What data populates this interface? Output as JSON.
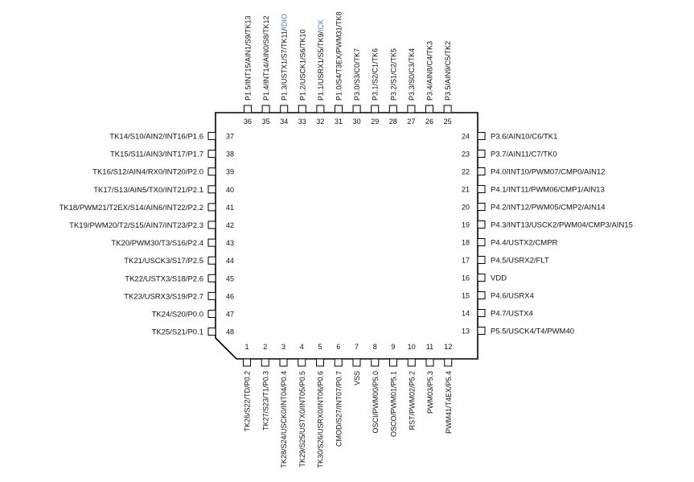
{
  "diagram": {
    "accent_text_color": "#4a7fc1",
    "bottom_pins": [
      {
        "num": "1",
        "label": "TK26/S22/TD/P0.2"
      },
      {
        "num": "2",
        "label": "TK27/S23/T1/P0.3"
      },
      {
        "num": "3",
        "label": "TK28/S24/USCK0/INT04/P0.4"
      },
      {
        "num": "4",
        "label": "TK29/S25/USTX0/INT05/P0.5"
      },
      {
        "num": "5",
        "label": "TK30/S26/USRX0/INT06/P0.6"
      },
      {
        "num": "6",
        "label": "CMOD/S27/INT07/P0.7"
      },
      {
        "num": "7",
        "label": "VSS"
      },
      {
        "num": "8",
        "label": "OSCI/PWM00/P5.0"
      },
      {
        "num": "9",
        "label": "OSCO/PWM01/P5.1"
      },
      {
        "num": "10",
        "label": "RST/PWM02/P5.2"
      },
      {
        "num": "11",
        "label": "PWM03/P5.3"
      },
      {
        "num": "12",
        "label": "PWM41/T4EX/P5.4"
      }
    ],
    "right_pins": [
      {
        "num": "13",
        "label": "P5.5/USCK4/T4/PWM40"
      },
      {
        "num": "14",
        "label": "P4.7/USTX4"
      },
      {
        "num": "15",
        "label": "P4.6/USRX4"
      },
      {
        "num": "16",
        "label": "VDD"
      },
      {
        "num": "17",
        "label": "P4.5/USRX2/FLT"
      },
      {
        "num": "18",
        "label": "P4.4/USTX2/CMPR"
      },
      {
        "num": "19",
        "label": "P4.3/INT13/USCK2/PWM04/CMP3/AIN15"
      },
      {
        "num": "20",
        "label": "P4.2/INT12/PWM05/CMP2/AIN14"
      },
      {
        "num": "21",
        "label": "P4.1/INT11/PWM06/CMP1/AIN13"
      },
      {
        "num": "22",
        "label": "P4.0/INT10/PWM07/CMP0/AIN12"
      },
      {
        "num": "23",
        "label": "P3.7/AIN11/C7/TK0"
      },
      {
        "num": "24",
        "label": "P3.6/AIN10/C6/TK1"
      }
    ],
    "top_pins": [
      {
        "num": "25",
        "label": "P3.5/AIN9/C5/TK2"
      },
      {
        "num": "26",
        "label": "P3.4/AIN8/C4/TK3"
      },
      {
        "num": "27",
        "label": "P3.3/S0/C3/TK4"
      },
      {
        "num": "28",
        "label": "P3.2/S1/C2/TK5"
      },
      {
        "num": "29",
        "label": "P3.1/S2/C1/TK6"
      },
      {
        "num": "30",
        "label": "P3.0/S3/C0/TK7"
      },
      {
        "num": "31",
        "label": "P1.0/S4/T3EX/PWM31/TK8"
      },
      {
        "num": "32",
        "label": "P1.1/USRX1/S5/TK9/",
        "label_accent": "ICK"
      },
      {
        "num": "33",
        "label": "P1.2/USCK1/S6/TK10"
      },
      {
        "num": "34",
        "label": "P1.3/USTX1/S7/TK11/",
        "label_accent": "IDIO"
      },
      {
        "num": "35",
        "label": "P1.4/INT14/AIN0/S8/TK12"
      },
      {
        "num": "36",
        "label": "P1.5/INT15/AIN1/S9/TK13"
      }
    ],
    "left_pins": [
      {
        "num": "37",
        "label": "TK14/S10/AIN2/INT16/P1.6"
      },
      {
        "num": "38",
        "label": "TK15/S11/AIN3/INT17/P1.7"
      },
      {
        "num": "39",
        "label": "TK16/S12/AIN4/RX0/INT20/P2.0"
      },
      {
        "num": "40",
        "label": "TK17/S13/AIN5/TX0/INT21/P2.1"
      },
      {
        "num": "41",
        "label": "TK18/PWM21/T2EX/S14/AIN6/INT22/P2.2"
      },
      {
        "num": "42",
        "label": "TK19/PWM20/T2/S15/AIN7/INT23/P2.3"
      },
      {
        "num": "43",
        "label": "TK20/PWM30/T3/S16/P2.4"
      },
      {
        "num": "44",
        "label": "TK21/USCK3/S17/P2.5"
      },
      {
        "num": "45",
        "label": "TK22/USTX3/S18/P2.6"
      },
      {
        "num": "46",
        "label": "TK23/USRX3/S19/P2.7"
      },
      {
        "num": "47",
        "label": "TK24/S20/P0.0"
      },
      {
        "num": "48",
        "label": "TK25/S21/P0.1"
      }
    ]
  }
}
